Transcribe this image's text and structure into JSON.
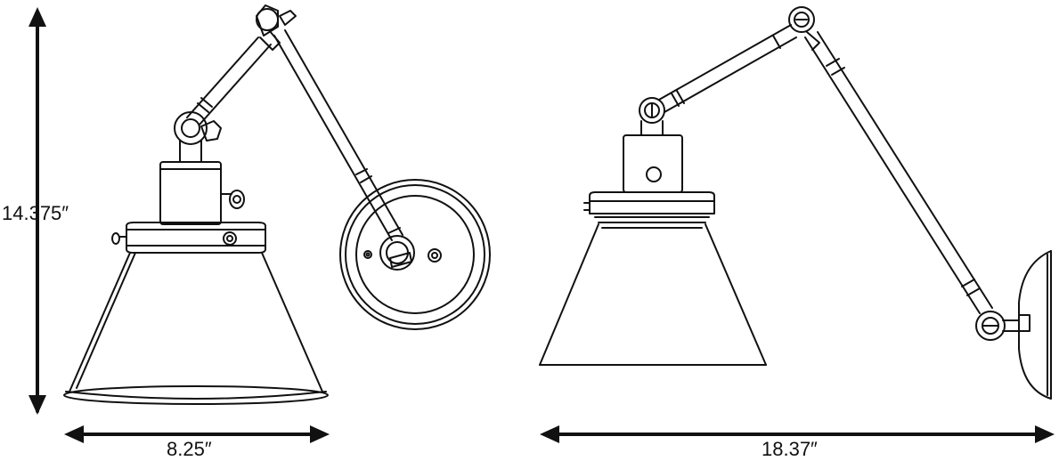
{
  "dimensions": {
    "height": "14.375″",
    "width": "8.25″",
    "extension": "18.37″"
  },
  "colors": {
    "line": "#111111",
    "background": "#ffffff"
  }
}
